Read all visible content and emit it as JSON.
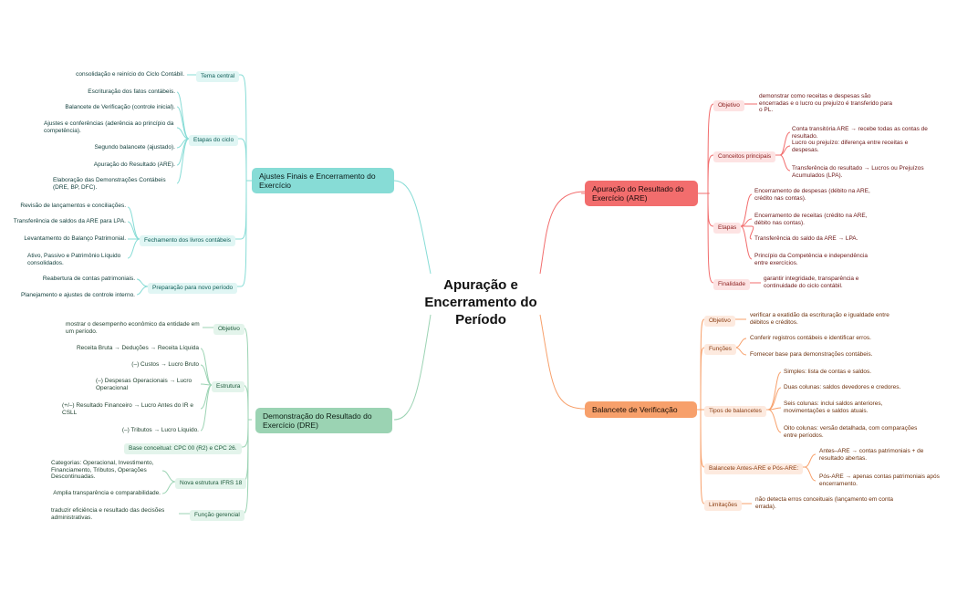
{
  "center": {
    "line1": "Apuração e",
    "line2": "Encerramento do",
    "line3": "Período"
  },
  "colors": {
    "are": "#f26d6d",
    "balancete": "#f7a06b",
    "ajustes": "#87dcd6",
    "dre": "#9bd3b3"
  },
  "are": {
    "title": "Apuração do Resultado do Exercício (ARE)",
    "objetivo_label": "Objetivo",
    "objetivo_text": "demonstrar como receitas e despesas são encerradas e o lucro ou prejuízo é transferido para o PL.",
    "conceitos_label": "Conceitos principais",
    "conceitos_1": "Conta transitória ARE → recebe todas as contas de resultado.",
    "conceitos_2": "Lucro ou prejuízo: diferença entre receitas e despesas.",
    "conceitos_3": "Transferência do resultado → Lucros ou Prejuízos Acumulados (LPA).",
    "etapas_label": "Etapas",
    "etapas_1": "Encerramento de despesas (débito na ARE, crédito nas contas).",
    "etapas_2": "Encerramento de receitas (crédito na ARE, débito nas contas).",
    "etapas_3": "Transferência do saldo da ARE → LPA.",
    "etapas_4": "Princípio da Competência e independência entre exercícios.",
    "finalidade_label": "Finalidade",
    "finalidade_text": "garantir integridade, transparência e continuidade do ciclo contábil."
  },
  "balancete": {
    "title": "Balancete de Verificação",
    "objetivo_label": "Objetivo",
    "objetivo_text": "verificar a exatidão da escrituração e igualdade entre débitos e créditos.",
    "funcoes_label": "Funções",
    "funcoes_1": "Conferir registros contábeis e identificar erros.",
    "funcoes_2": "Fornecer base para demonstrações contábeis.",
    "tipos_label": "Tipos de balancetes",
    "tipos_1": "Simples: lista de contas e saldos.",
    "tipos_2": "Duas colunas: saldos devedores e credores.",
    "tipos_3": "Seis colunas: inclui saldos anteriores, movimentações e saldos atuais.",
    "tipos_4": "Oito colunas: versão detalhada, com comparações entre períodos.",
    "antes_label": "Balancete Antes-ARE e Pós-ARE:",
    "antes_1": "Antes–ARE → contas patrimoniais + de resultado abertas.",
    "antes_2": "Pós-ARE → apenas contas patrimoniais após encerramento.",
    "limitacoes_label": "Limitações",
    "limitacoes_text": "não detecta erros conceituais (lançamento em conta errada)."
  },
  "ajustes": {
    "title": "Ajustes Finais e Encerramento do Exercício",
    "tema_label": "Tema central",
    "tema_text": "consolidação e reinício do Ciclo Contábil.",
    "etapas_label": "Etapas do ciclo",
    "etapas_1": "Escrituração dos fatos contábeis.",
    "etapas_2": "Balancete de Verificação (controle inicial).",
    "etapas_3": "Ajustes e conferências (aderência ao princípio da competência).",
    "etapas_4": "Segundo balancete (ajustado).",
    "etapas_5": "Apuração do Resultado (ARE).",
    "etapas_6": "Elaboração das Demonstrações Contábeis (DRE, BP, DFC).",
    "fechamento_label": "Fechamento dos livros contábeis",
    "fechamento_1": "Revisão de lançamentos e conciliações.",
    "fechamento_2": "Transferência de saldos da ARE para LPA.",
    "fechamento_3": "Levantamento do Balanço Patrimonial.",
    "fechamento_4": "Ativo, Passivo e Patrimônio Líquido consolidados.",
    "preparacao_label": "Preparação para novo período",
    "preparacao_1": "Reabertura de contas patrimoniais.",
    "preparacao_2": "Planejamento e ajustes de controle interno."
  },
  "dre": {
    "title": "Demonstração do Resultado do Exercício (DRE)",
    "objetivo_label": "Objetivo",
    "objetivo_text": "mostrar o desempenho econômico da entidade em um período.",
    "estrutura_label": "Estrutura",
    "estrutura_1": "Receita Bruta → Deduções → Receita Líquida",
    "estrutura_2": "(–) Custos → Lucro Bruto",
    "estrutura_3": "(–) Despesas Operacionais → Lucro Operacional",
    "estrutura_4": "(+/–) Resultado Financeiro → Lucro Antes do IR e CSLL",
    "estrutura_5": "(–) Tributos → Lucro Líquido.",
    "base_label": "Base conceitual: CPC 00 (R2) e CPC 26.",
    "ifrs_label": "Nova estrutura IFRS 18",
    "ifrs_1": "Categorias: Operacional, Investimento, Financiamento, Tributos, Operações Descontinuadas.",
    "ifrs_2": "Amplia transparência e comparabilidade.",
    "funcao_label": "Função gerencial",
    "funcao_text": "traduzir eficiência e resultado das decisões administrativas."
  }
}
